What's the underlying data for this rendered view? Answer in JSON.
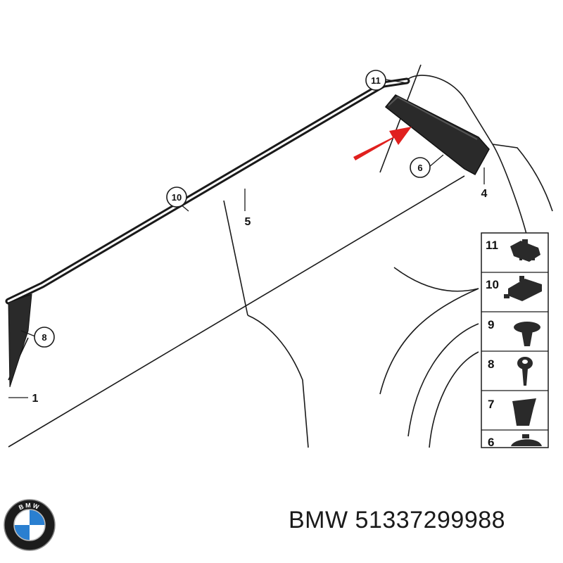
{
  "diagram": {
    "callouts": [
      {
        "id": "callout-11",
        "label": "11"
      },
      {
        "id": "callout-10",
        "label": "10"
      },
      {
        "id": "callout-6",
        "label": "6"
      },
      {
        "id": "callout-8",
        "label": "8"
      }
    ],
    "plain_labels": [
      {
        "id": "label-5",
        "label": "5"
      },
      {
        "id": "label-4",
        "label": "4"
      },
      {
        "id": "label-1",
        "label": "1"
      }
    ],
    "legend": [
      {
        "label": "11",
        "icon": "clip-icon"
      },
      {
        "label": "10",
        "icon": "clip-icon"
      },
      {
        "label": "9",
        "icon": "push-rivet-icon"
      },
      {
        "label": "8",
        "icon": "screw-icon"
      },
      {
        "label": "7",
        "icon": "grommet-icon"
      },
      {
        "label": "6",
        "icon": "grommet-icon"
      }
    ],
    "highlight_color": "#e0201e"
  },
  "footer": {
    "logo_letters": "BMW",
    "brand": "BMW",
    "part_number": "51337299988"
  }
}
